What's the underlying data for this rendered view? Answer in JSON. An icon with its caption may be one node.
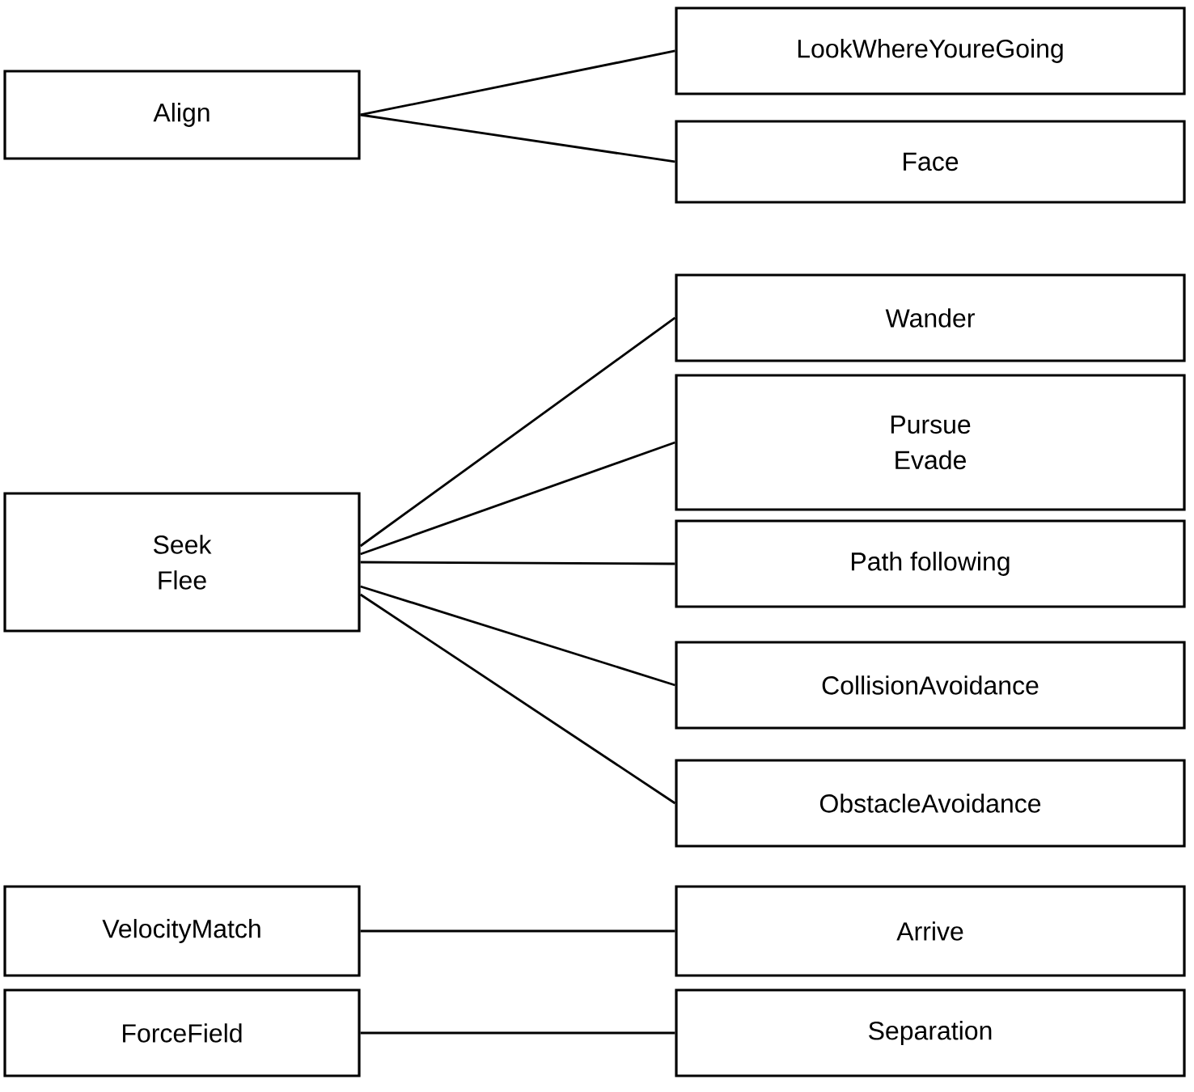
{
  "diagram": {
    "nodes": [
      {
        "text": [
          "LookWhereYoureGoing"
        ]
      },
      {
        "text": [
          "Align"
        ]
      },
      {
        "text": [
          "Face"
        ]
      },
      {
        "text": [
          "Wander"
        ]
      },
      {
        "text": [
          "Pursue",
          "Evade"
        ]
      },
      {
        "text": [
          "Seek",
          "Flee"
        ]
      },
      {
        "text": [
          "Path following"
        ]
      },
      {
        "text": [
          "CollisionAvoidance"
        ]
      },
      {
        "text": [
          "ObstacleAvoidance"
        ]
      },
      {
        "text": [
          "VelocityMatch"
        ]
      },
      {
        "text": [
          "Arrive"
        ]
      },
      {
        "text": [
          "ForceField"
        ]
      },
      {
        "text": [
          "Separation"
        ]
      }
    ],
    "edges": [
      {
        "from": 1,
        "to": 0,
        "arrow": "none"
      },
      {
        "from": 1,
        "to": 2,
        "arrow": "none"
      },
      {
        "from": 5,
        "to": 3,
        "arrow": "none"
      },
      {
        "from": 5,
        "to": 4,
        "arrow": "none"
      },
      {
        "from": 5,
        "to": 6,
        "arrow": "none"
      },
      {
        "from": 5,
        "to": 7,
        "arrow": "none"
      },
      {
        "from": 5,
        "to": 8,
        "arrow": "none"
      },
      {
        "from": 9,
        "to": 10,
        "arrow": "none"
      },
      {
        "from": 11,
        "to": 12,
        "arrow": "none"
      }
    ]
  }
}
